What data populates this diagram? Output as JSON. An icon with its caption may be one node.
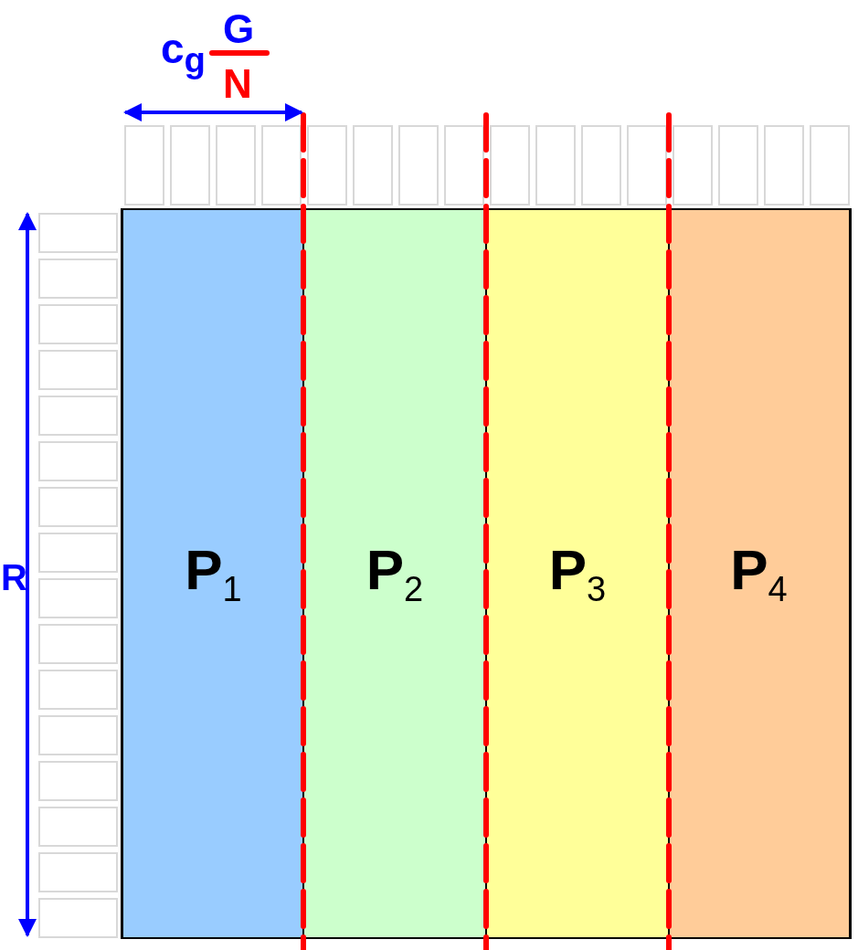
{
  "diagram": {
    "nodes": [
      {
        "text": [
          "P$_{1}$"
        ]
      },
      {
        "text": [
          "P$_{2}$"
        ]
      },
      {
        "text": [
          "P$_{3}$"
        ]
      },
      {
        "text": [
          "P$_{4}$"
        ]
      }
    ],
    "labels": [
      "c$_{g}$",
      "G",
      "N",
      "R"
    ]
  }
}
